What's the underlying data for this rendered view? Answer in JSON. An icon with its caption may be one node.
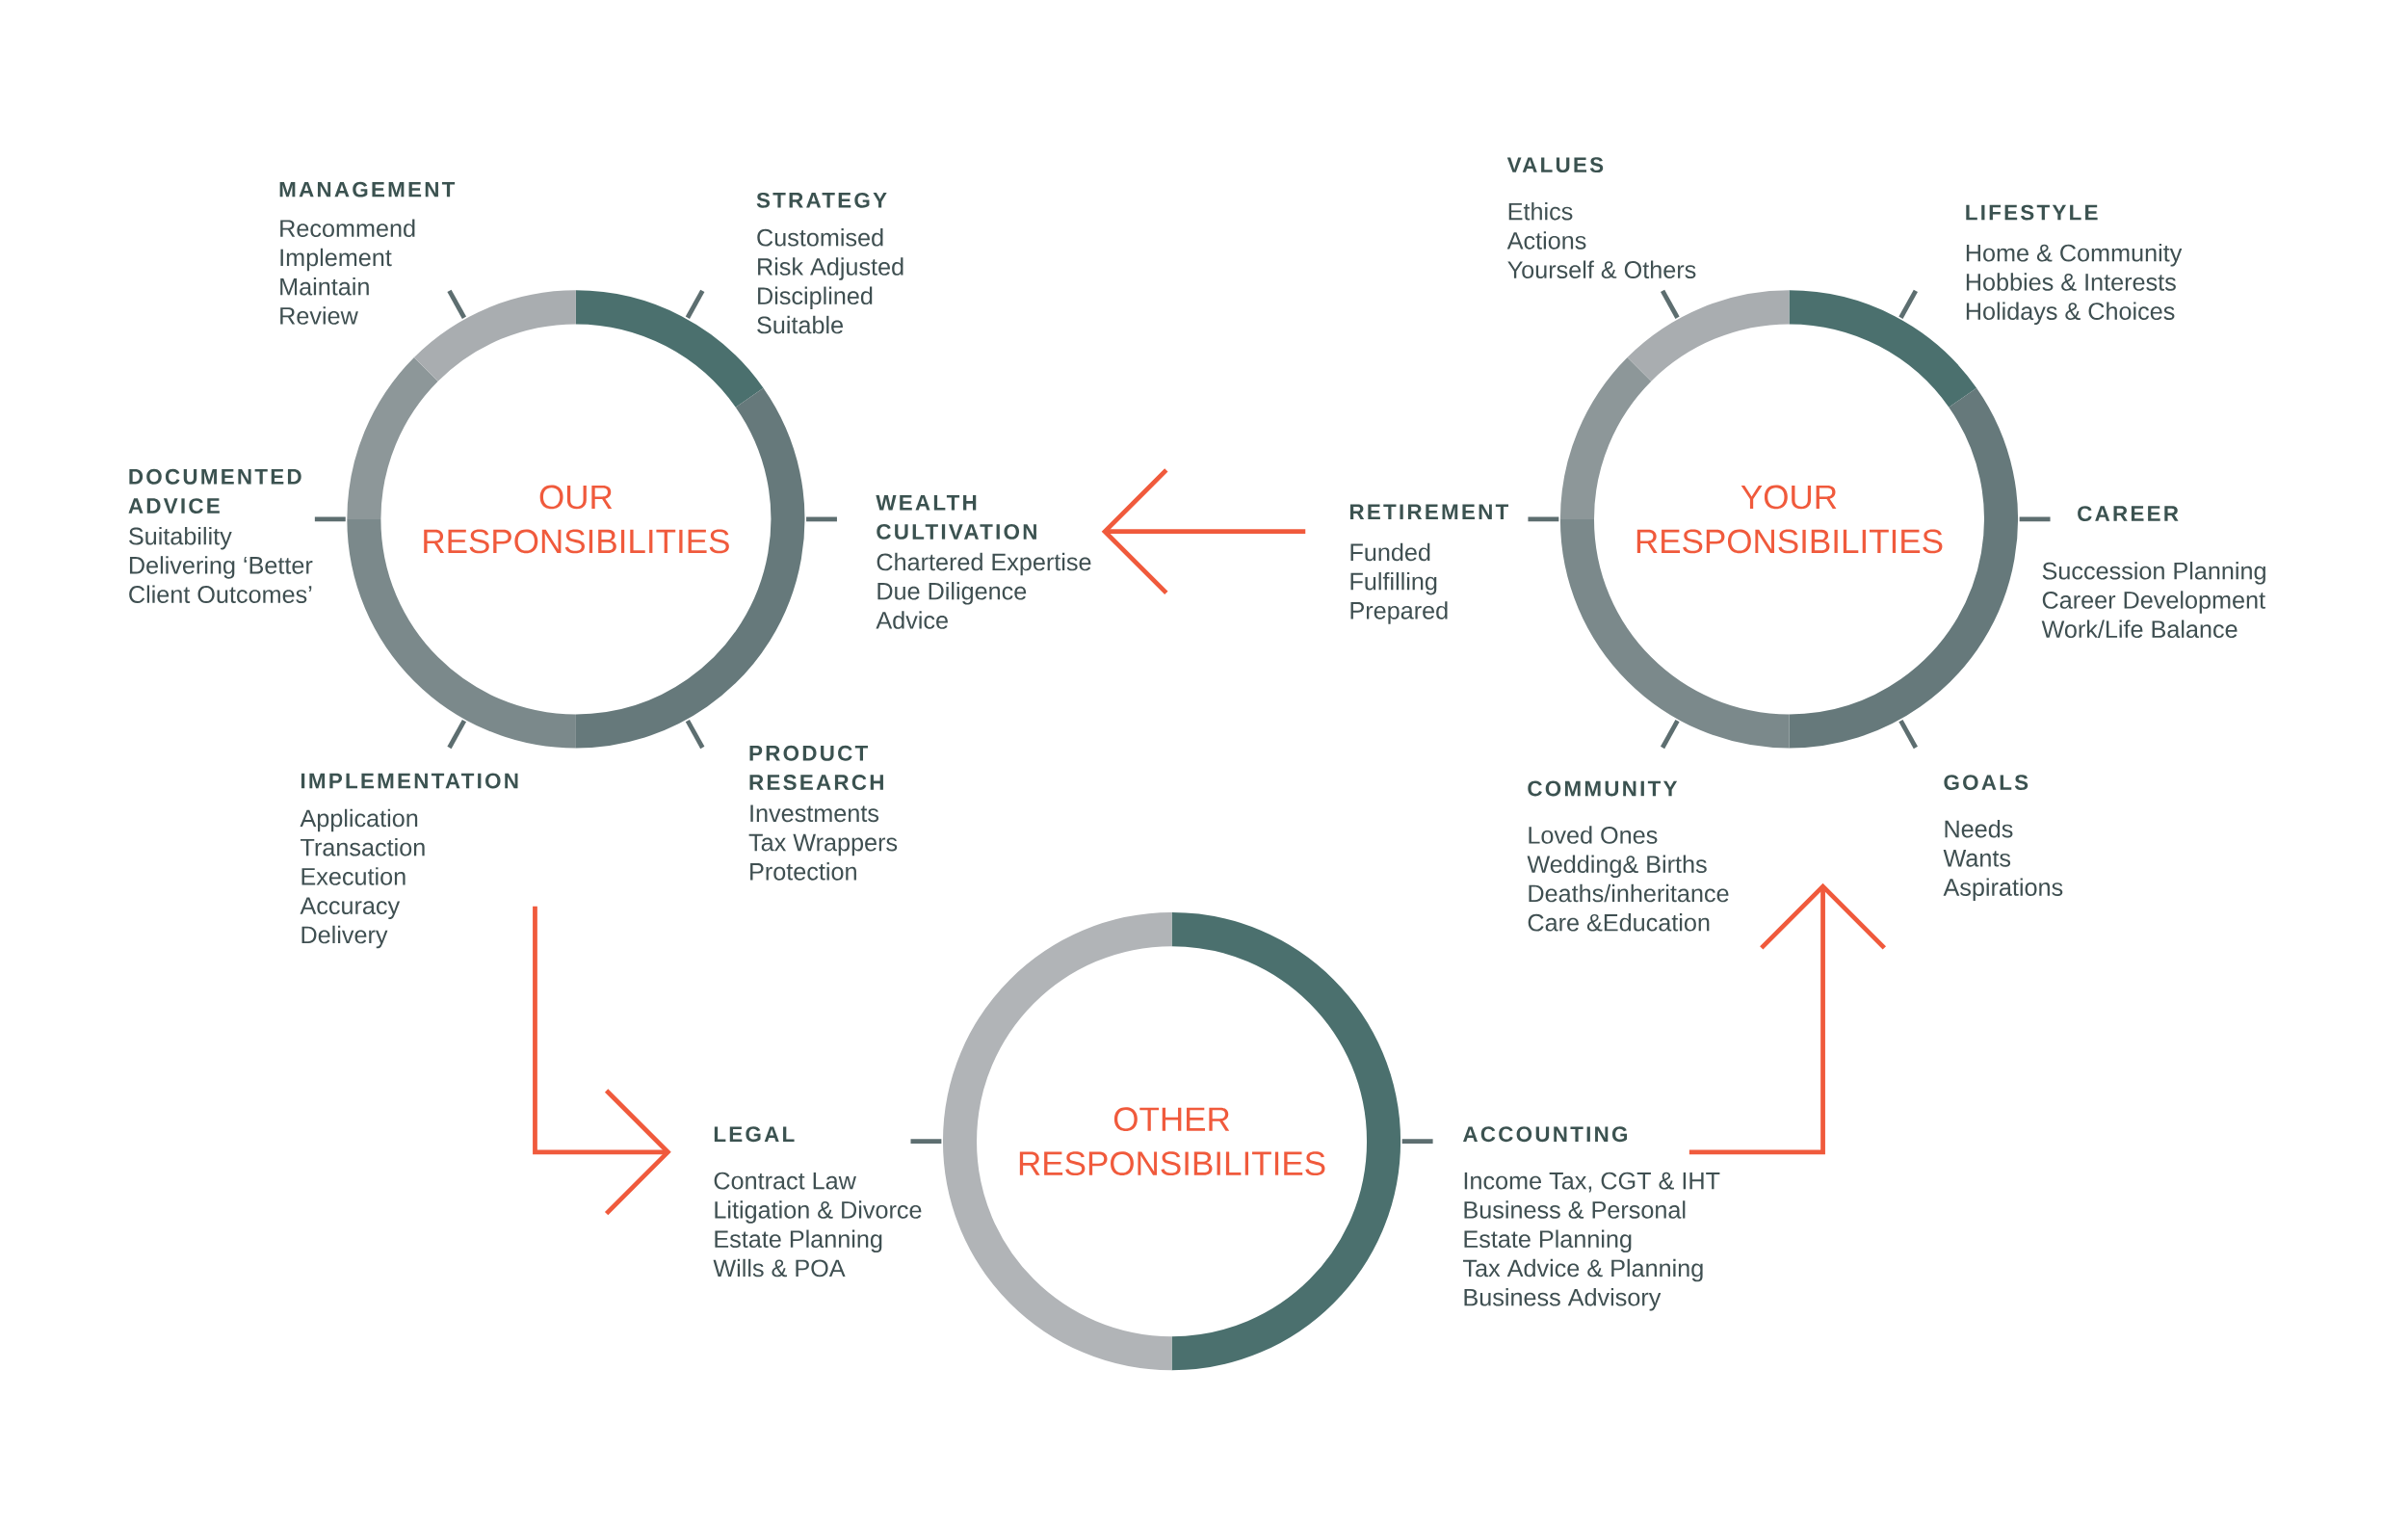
{
  "diagram": {
    "nodes": [
      {
        "text": [
          "OUR RESPONSIBILITIES"
        ]
      },
      {
        "text": [
          "YOUR RESPONSIBILITIES"
        ]
      },
      {
        "text": [
          "OTHER RESPONSIBILITIES"
        ]
      },
      {
        "text": [
          "MANAGEMENT",
          "Recommend",
          "Implement",
          "Maintain",
          "Review"
        ]
      },
      {
        "text": [
          "STRATEGY",
          "Customised",
          "Risk Adjusted",
          "Disciplined",
          "Suitable"
        ]
      },
      {
        "text": [
          "DOCUMENTED ADVICE",
          "Suitability",
          "Delivering ‘Better Client Outcomes’"
        ]
      },
      {
        "text": [
          "WEALTH CULTIVATION",
          "Chartered Expertise",
          "Due Diligence",
          "Advice"
        ]
      },
      {
        "text": [
          "IMPLEMENTATION",
          "Application",
          "Transaction",
          "Execution",
          "Accuracy",
          "Delivery"
        ]
      },
      {
        "text": [
          "PRODUCT RESEARCH",
          "Investments",
          "Tax Wrappers",
          "Protection"
        ]
      },
      {
        "text": [
          "VALUES",
          "Ethics",
          "Actions",
          "Yourself & Others"
        ]
      },
      {
        "text": [
          "LIFESTYLE",
          "Home & Community",
          "Hobbies & Interests",
          "Holidays & Choices"
        ]
      },
      {
        "text": [
          "RETIREMENT",
          "Funded",
          "Fulfilling",
          "Prepared"
        ]
      },
      {
        "text": [
          "CAREER",
          "Succession Planning",
          "Career Development",
          "Work/Life Balance"
        ]
      },
      {
        "text": [
          "COMMUNITY",
          "Loved Ones",
          "Wedding& Births",
          "Deaths/inheritance",
          "Care &Education"
        ]
      },
      {
        "text": [
          "GOALS",
          "Needs",
          "Wants",
          "Aspirations"
        ]
      },
      {
        "text": [
          "LEGAL",
          "Contract Law",
          "Litigation & Divorce",
          "Estate Planning",
          "Wills & POA"
        ]
      },
      {
        "text": [
          "ACCOUNTING",
          "Income Tax, CGT & IHT",
          "Business & Personal",
          "Estate Planning",
          "Tax Advice & Planning",
          "Business Advisory"
        ]
      }
    ],
    "edges": [
      {
        "from": 11,
        "to": 6,
        "arrow": "to"
      },
      {
        "from": 7,
        "to": 15,
        "arrow": "to"
      },
      {
        "from": 16,
        "to": 13,
        "arrow": "to"
      }
    ]
  }
}
